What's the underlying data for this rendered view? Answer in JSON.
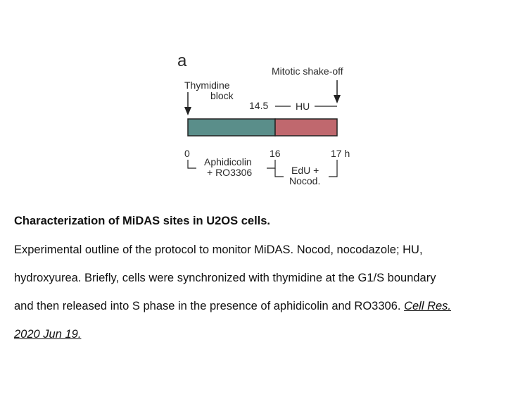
{
  "figure": {
    "panel_label": "a",
    "thymidine_line1": "Thymidine",
    "thymidine_line2": "block",
    "mitotic_shakeoff": "Mitotic shake-off",
    "hu_start": "14.5",
    "hu_label": "HU",
    "tick_0": "0",
    "tick_16": "16",
    "tick_17": "17 h",
    "aphidicolin_line1": "Aphidicolin",
    "aphidicolin_line2": "+ RO3306",
    "edu_line1": "EdU +",
    "edu_line2": "Nocod.",
    "colors": {
      "phase1": "#5a8e8a",
      "phase2": "#c0686e",
      "outline": "#222222"
    }
  },
  "caption": {
    "title": "Characterization of MiDAS sites in U2OS cells.",
    "line1": "Experimental outline of the protocol to monitor MiDAS. Nocod, nocodazole; HU,",
    "line2": "hydroxyurea. Briefly, cells were synchronized with thymidine at the G1/S boundary",
    "line3": "and then released into S phase in the presence of aphidicolin and RO3306.",
    "ref_part1": "Cell Res. ",
    "ref_part2": "2020 Jun 19."
  }
}
